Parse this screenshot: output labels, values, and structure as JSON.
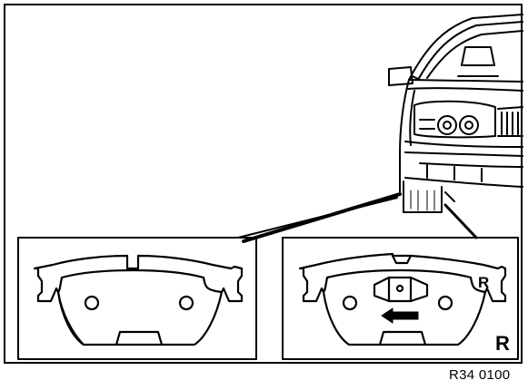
{
  "figure": {
    "reference_code": "R34 0100",
    "callout_right_pad_label": "R",
    "callout_right_pad_inner_label": "R"
  }
}
